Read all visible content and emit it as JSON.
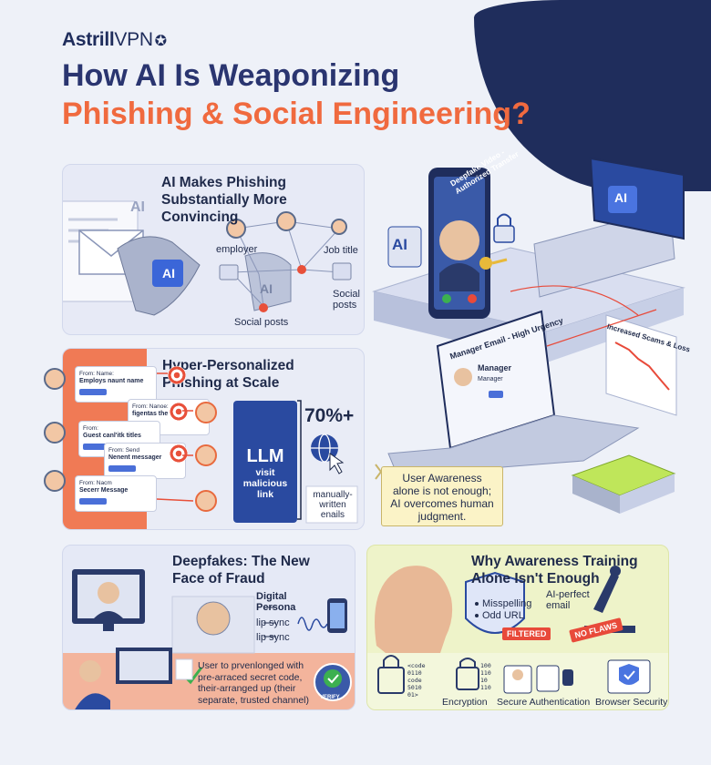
{
  "brand": {
    "name_bold": "Astrill",
    "name_light": "VPN"
  },
  "title": {
    "line1": "How AI Is Weaponizing",
    "line2": "Phishing & Social Engineering?"
  },
  "panel1": {
    "title_l1": "AI Makes Phishing",
    "title_l2": "Substantially More Convincing",
    "screen_ai": "AI",
    "hand_ai": "AI",
    "hand2_ai": "AI",
    "labels": {
      "employer": "employer",
      "job_title": "Job title",
      "social1": "Social",
      "social2": "posts",
      "social_posts": "Social posts"
    }
  },
  "panel2": {
    "title_l1": "Hyper-Personalized",
    "title_l2": "Phishing at Scale",
    "cards": [
      {
        "from": "From: Name:",
        "subject": "Employs naunt name"
      },
      {
        "from": "From: Nanoe:",
        "subject": "figentas the Viosit"
      },
      {
        "from": "From:",
        "subject": "Guest canl'itk titles"
      },
      {
        "from": "From: Send",
        "subject": "Nenent messager"
      },
      {
        "from": "From: Nacm",
        "subject": "Secerr Message"
      }
    ],
    "llm": "LLM",
    "llm_sub1": "visit",
    "llm_sub2": "malicious",
    "llm_sub3": "link",
    "stat": "70%+",
    "manual1": "manually-",
    "manual2": "written",
    "manual3": "enails"
  },
  "hero": {
    "phone_caption1": "Deepfake Video -",
    "phone_caption2": "Authorized Transfer",
    "ai_badge": "AI",
    "laptop_ai": "AI",
    "email_header": "Manager Email - High Urgency",
    "email_name": "Manager",
    "email_role": "Manager",
    "chart_label": "Increased Scams & Loss",
    "note1": "User Awareness",
    "note2": "alone is not enough;",
    "note3": "AI overcomes human",
    "note4": "judgment."
  },
  "panel3": {
    "title_l1": "Deepfakes: The New",
    "title_l2": "Face of Fraud",
    "digital1": "Digital",
    "digital2": "Persona",
    "lip1": "lip sync",
    "lip2": "lip sync",
    "verify1": "User to prvenlonged with",
    "verify2": "pre-arraced secret code,",
    "verify3": "their-arranged up (their",
    "verify4": "separate, trusted channel)",
    "seal": "VERIFY"
  },
  "panel4": {
    "title_l1": "Why Awareness Training",
    "title_l2": "Alone Isn't Enough",
    "bullet1": "Misspelling",
    "bullet2": "Odd URL",
    "filtered": "FILTERED",
    "ai_perfect1": "AI-perfect",
    "ai_perfect2": "email",
    "no_flaws": "NO FLAWS",
    "code_lines": [
      "<code",
      "0110",
      "code",
      "5010",
      "01>"
    ],
    "bin_lines": [
      "100",
      "110",
      "10",
      "110"
    ],
    "encryption": "Encryption",
    "secure_auth": "Secure Authentication",
    "browser_sec": "Browser Security"
  },
  "colors": {
    "navy": "#1f2d5c",
    "orange": "#f06a3f",
    "blue": "#2a4aa0",
    "red": "#e84a3a"
  }
}
